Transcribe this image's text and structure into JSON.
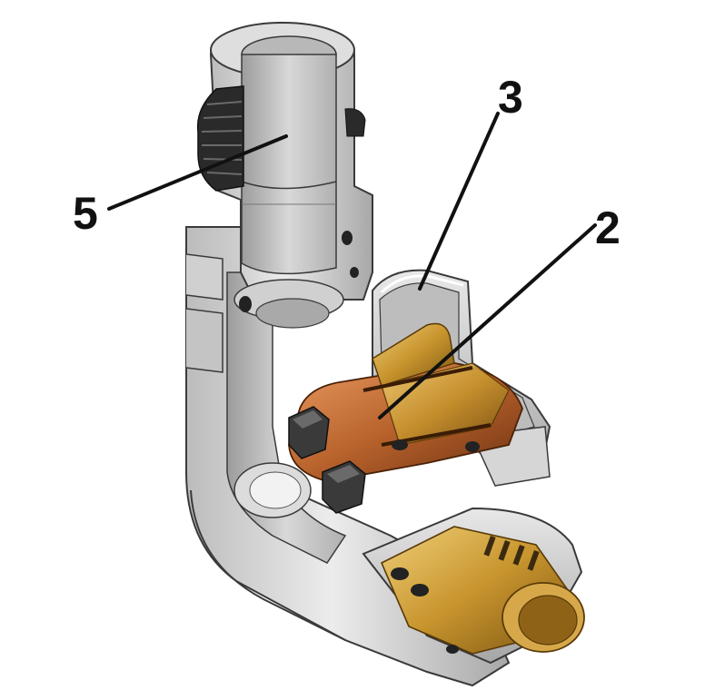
{
  "callouts": [
    {
      "label": "5"
    },
    {
      "label": "3"
    },
    {
      "label": "2"
    }
  ],
  "colors": {
    "body_light": "#e4e4e4",
    "body_mid": "#c8c8c8",
    "body_dark": "#9a9a9a",
    "outline": "#3a3a3a",
    "brass": "#c89a3c",
    "brass_dark": "#7e5a18",
    "copper": "#b8622c",
    "copper_dark": "#6e3414",
    "rubber": "#2a2a2a",
    "leader": "#111111"
  }
}
